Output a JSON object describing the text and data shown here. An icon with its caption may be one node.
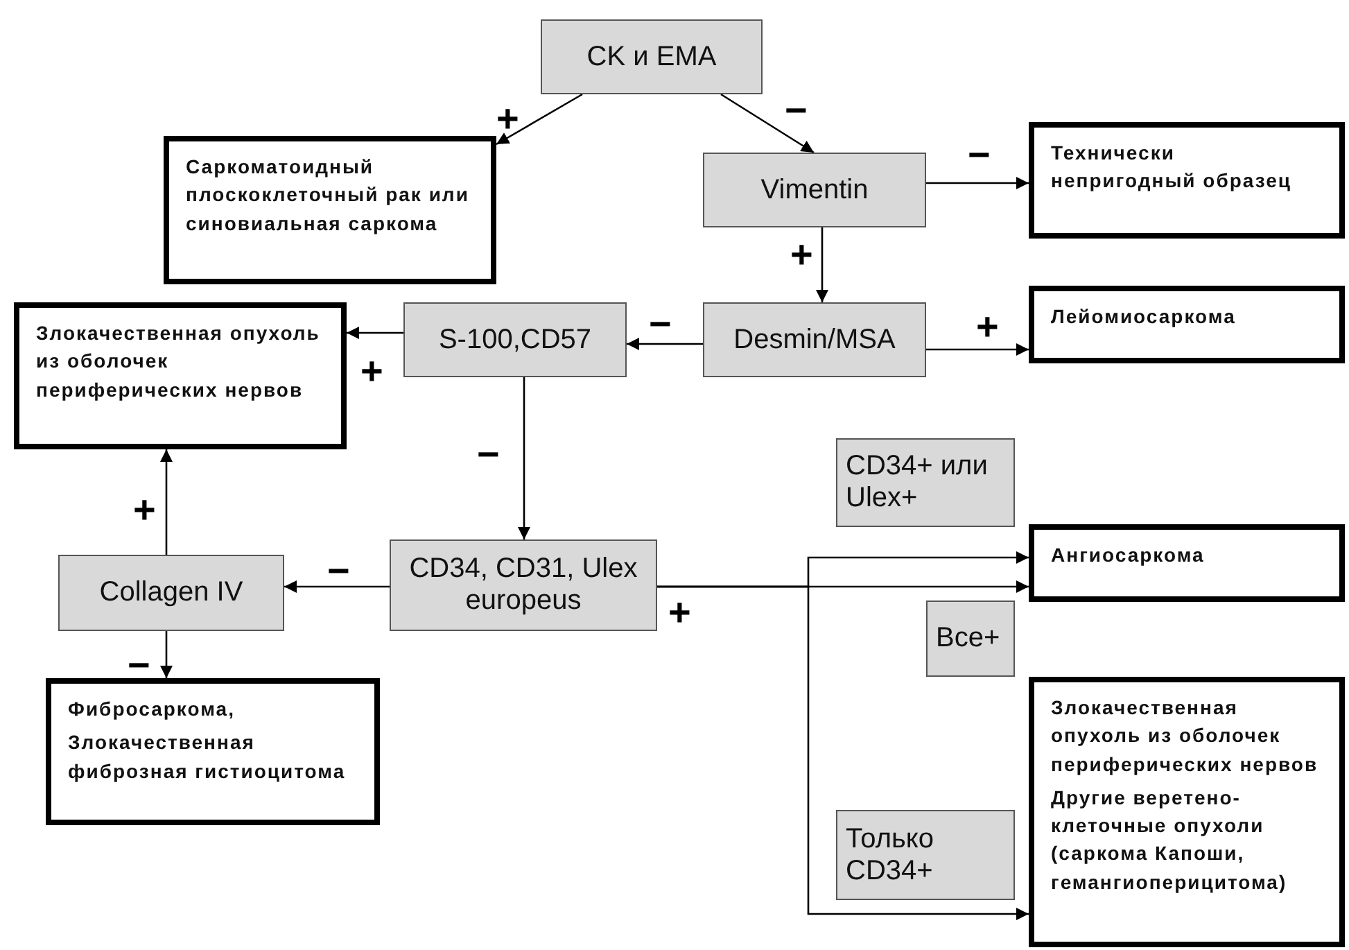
{
  "diagram": {
    "nodes": [
      {
        "text": [
          "CK  и EMA"
        ]
      },
      {
        "text": [
          "Саркоматоидный плоскоклеточный рак или синовиальная саркома"
        ]
      },
      {
        "text": [
          "Vimentin"
        ]
      },
      {
        "text": [
          "Технически непригодный образец"
        ]
      },
      {
        "text": [
          "S-100,CD57"
        ]
      },
      {
        "text": [
          "Desmin/MSA"
        ]
      },
      {
        "text": [
          "Лейомиосаркома"
        ]
      },
      {
        "text": [
          "Злокачественная опухоль из оболочек периферических нервов"
        ]
      },
      {
        "text": [
          "CD34+ или Ulex+"
        ]
      },
      {
        "text": [
          "CD34, CD31, Ulex europeus"
        ]
      },
      {
        "text": [
          "Collagen IV"
        ]
      },
      {
        "text": [
          "Ангиосаркома"
        ]
      },
      {
        "text": [
          "Все+"
        ]
      },
      {
        "text": [
          "Злокачественная опухоль из оболочек периферических нервов",
          "Другие веретено-клеточные опухоли (саркома Капоши, гемангиоперицитома)"
        ]
      },
      {
        "text": [
          "Только CD34+"
        ]
      },
      {
        "text": [
          "Фибросаркома,",
          "Злокачественная фиброзная гистиоцитома"
        ]
      }
    ],
    "edges": [
      {
        "from": 0,
        "to": 1,
        "arrow": "to",
        "label": "+"
      },
      {
        "from": 0,
        "to": 2,
        "arrow": "to",
        "label": "−"
      },
      {
        "from": 2,
        "to": 3,
        "arrow": "to",
        "label": "−"
      },
      {
        "from": 2,
        "to": 5,
        "arrow": "to",
        "label": "+"
      },
      {
        "from": 5,
        "to": 6,
        "arrow": "to",
        "label": "+"
      },
      {
        "from": 5,
        "to": 4,
        "arrow": "to",
        "label": "−"
      },
      {
        "from": 4,
        "to": 7,
        "arrow": "to",
        "label": "+"
      },
      {
        "from": 4,
        "to": 9,
        "arrow": "to",
        "label": "−"
      },
      {
        "from": 10,
        "to": 7,
        "arrow": "to",
        "label": "+"
      },
      {
        "from": 9,
        "to": 10,
        "arrow": "to",
        "label": "−"
      },
      {
        "from": 10,
        "to": 15,
        "arrow": "to",
        "label": "−"
      },
      {
        "from": 9,
        "to": 11,
        "arrow": "to",
        "label": "+"
      },
      {
        "from": 9,
        "to": 11,
        "arrow": "to"
      },
      {
        "from": 9,
        "to": 13,
        "arrow": "to"
      }
    ]
  }
}
